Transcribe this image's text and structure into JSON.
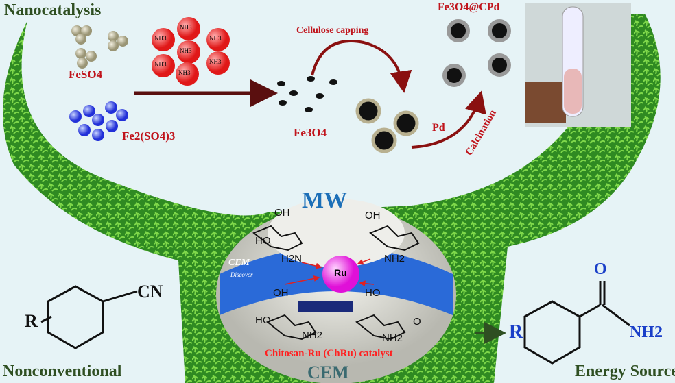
{
  "headings": {
    "top_left": "Nanocatalysis",
    "bottom_left": "Nonconventional",
    "bottom_right": "Energy Source"
  },
  "synthesis": {
    "feso4": "FeSO4",
    "fe2so43": "Fe2(SO4)3",
    "nh3": "NH3",
    "fe3o4": "Fe3O4",
    "cellulose_capping": "Cellulose capping",
    "pd": "Pd",
    "calcination": "Calcination",
    "product": "Fe3O4@CPd"
  },
  "reactor": {
    "mw": "MW",
    "brand": "CEM",
    "brand_sub": "Discover",
    "metal": "Ru",
    "catalyst_label": "Chitosan-Ru (ChRu) catalyst",
    "groups": {
      "oh": "OH",
      "ho": "HO",
      "nh2": "NH2",
      "h2n": "H2N",
      "o": "O"
    }
  },
  "reactant": {
    "r": "R",
    "cn": "CN"
  },
  "product_amide": {
    "r": "R",
    "o": "O",
    "nh2": "NH2"
  },
  "colors": {
    "red": "#c0141c",
    "green": "#2f4f22",
    "blue": "#1a3fc8",
    "leaf": "#3c9a2a"
  }
}
